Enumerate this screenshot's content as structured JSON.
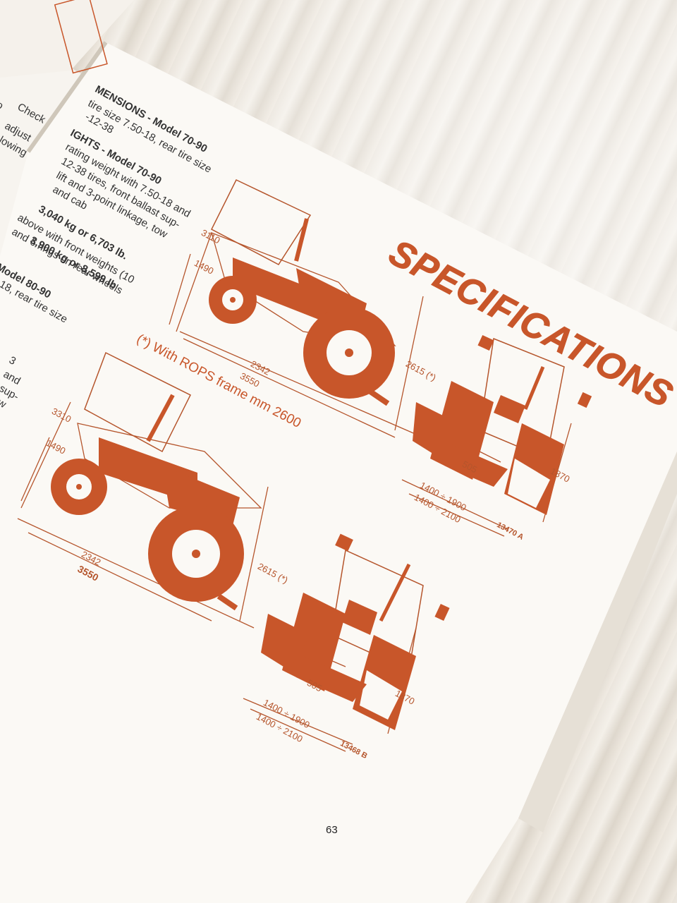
{
  "page": {
    "number": "63",
    "title": "SPECIFICATIONS",
    "rops_note": "(*) With ROPS frame mm 2600"
  },
  "left_page": {
    "lines": [
      {
        "text": "MENSIONS - Model 70-90",
        "bold": true
      },
      {
        "text": "tire size 7.50-18, rear tire size",
        "bold": false
      },
      {
        "text": "-12-38",
        "bold": false
      },
      {
        "text": "IGHTS - Model 70-90",
        "bold": true
      },
      {
        "text": "rating weight with 7.50-18 and",
        "bold": false
      },
      {
        "text": "12-38 tires, front ballast sup-",
        "bold": false
      },
      {
        "text": "lift and 3-point linkage, tow",
        "bold": false
      },
      {
        "text": "and cab",
        "bold": false
      },
      {
        "text": "3,040 kg or 6,703 lb.",
        "bold": true
      },
      {
        "text": "above with front weights (10",
        "bold": false
      },
      {
        "text": "and 6 rings on rear wheels",
        "bold": false
      },
      {
        "text": "3,900 kg or 8,599 lb",
        "bold": true
      },
      {
        "text": "Model 80-90",
        "bold": true
      },
      {
        "text": "-18, rear tire size",
        "bold": false
      }
    ],
    "edge_fragments": [
      "Check",
      "adjust",
      "lowing",
      "o",
      "3",
      "and",
      "sup-",
      "w"
    ]
  },
  "diagrams": {
    "model_a": {
      "side_dims": {
        "height_total": "3110",
        "height_mid": "1490",
        "wheelbase": "2342",
        "length": "3550"
      },
      "rear_dims": {
        "height_rops": "2615 (*)",
        "clearance": "505",
        "width": "1870",
        "track_1": "1400 ÷ 1900",
        "track_2": "1400 ÷ 2100"
      },
      "code": "13470 A"
    },
    "model_b": {
      "side_dims": {
        "height_total": "3310",
        "height_mid": "1490",
        "wheelbase": "2342",
        "length": "3550"
      },
      "rear_dims": {
        "height_rops": "2615 (*)",
        "clearance": "505",
        "width": "1870",
        "track_1": "1400 ÷ 1900",
        "track_2": "1400 ÷ 2100"
      },
      "code": "13468 B"
    }
  },
  "colors": {
    "ink": "#c8562a",
    "line": "#b5552c",
    "paper": "#fbf9f5"
  }
}
